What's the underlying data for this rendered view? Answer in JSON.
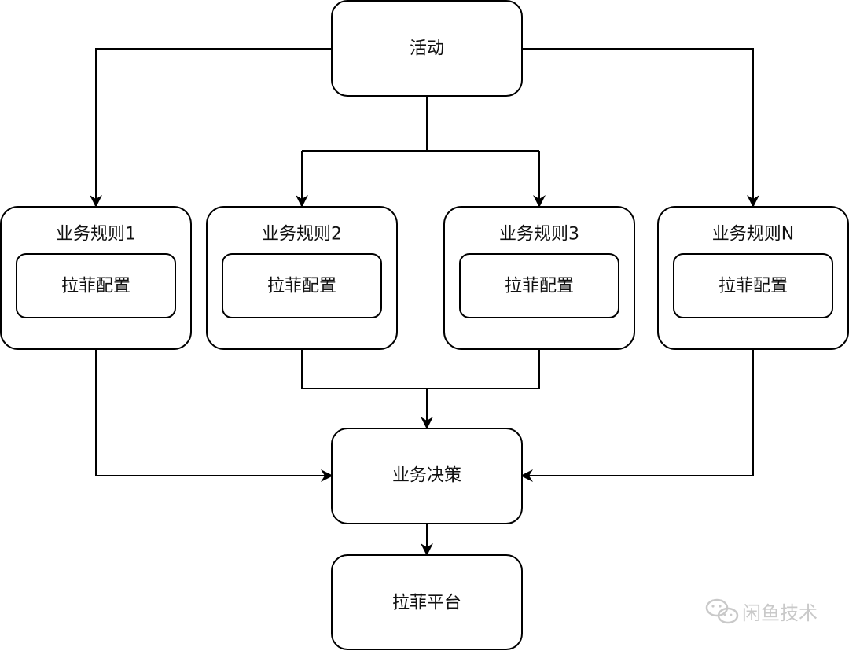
{
  "diagram": {
    "activity": "活动",
    "rules": [
      {
        "title": "业务规则1",
        "config": "拉菲配置"
      },
      {
        "title": "业务规则2",
        "config": "拉菲配置"
      },
      {
        "title": "业务规则3",
        "config": "拉菲配置"
      },
      {
        "title": "业务规则N",
        "config": "拉菲配置"
      }
    ],
    "decision": "业务决策",
    "platform": "拉菲平台"
  },
  "watermark": {
    "text": "闲鱼技术",
    "icon": "wechat-icon"
  },
  "colors": {
    "stroke": "#000000",
    "background": "#ffffff",
    "watermark": "#c9c9c9"
  }
}
